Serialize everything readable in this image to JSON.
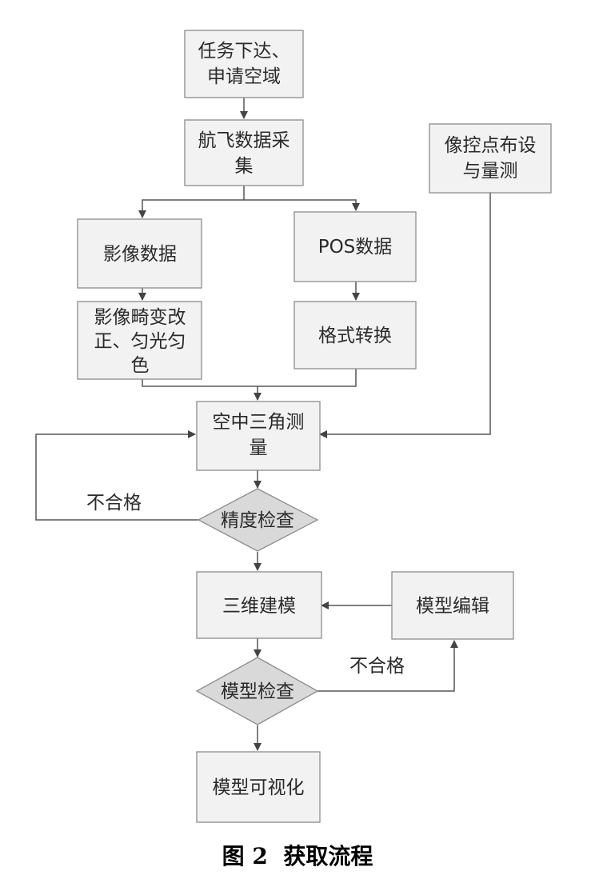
{
  "caption": "图 2  获取流程",
  "nodes": {
    "task": [
      "任务下达、",
      "申请空域"
    ],
    "flight": [
      "航飞数据采",
      "集"
    ],
    "gcp": [
      "像控点布设",
      "与量测"
    ],
    "image": [
      "影像数据"
    ],
    "pos": [
      "POS数据"
    ],
    "correct": [
      "影像畸变改",
      "正、匀光匀",
      "色"
    ],
    "convert": [
      "格式转换"
    ],
    "aerial": [
      "空中三角测",
      "量"
    ],
    "precision": [
      "精度检查"
    ],
    "model3d": [
      "三维建模"
    ],
    "edit": [
      "模型编辑"
    ],
    "modelcheck": [
      "模型检查"
    ],
    "visual": [
      "模型可视化"
    ]
  },
  "edge_labels": {
    "fail_precision": "不合格",
    "fail_model": "不合格"
  }
}
